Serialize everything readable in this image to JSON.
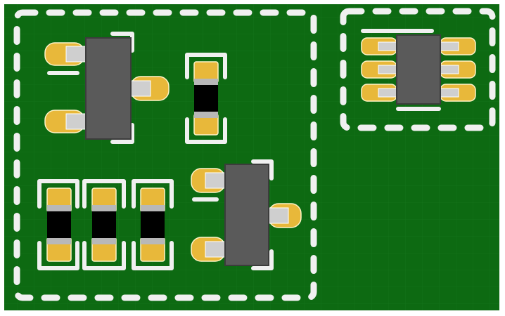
{
  "board": {
    "substrate_color": "#0d6a12",
    "grid_color": "#1a7a1f",
    "silkscreen_color": "#f0f0f0",
    "pad_color": "#e8b83a",
    "pad_outline_color": "#fff4c8",
    "pin_color": "#cfcfcf",
    "ic_body_color": "#5a5a5a",
    "resistor_element_color": "#000000",
    "resistor_band_color": "#b8b8b8"
  },
  "components": {
    "sot23": [
      "sot23-top-left",
      "sot23-bottom-center"
    ],
    "soic6": [
      "soic6-top-right"
    ],
    "chip_resistors": [
      "resistor-top-center",
      "resistor-bottom-1",
      "resistor-bottom-2",
      "resistor-bottom-3"
    ]
  }
}
